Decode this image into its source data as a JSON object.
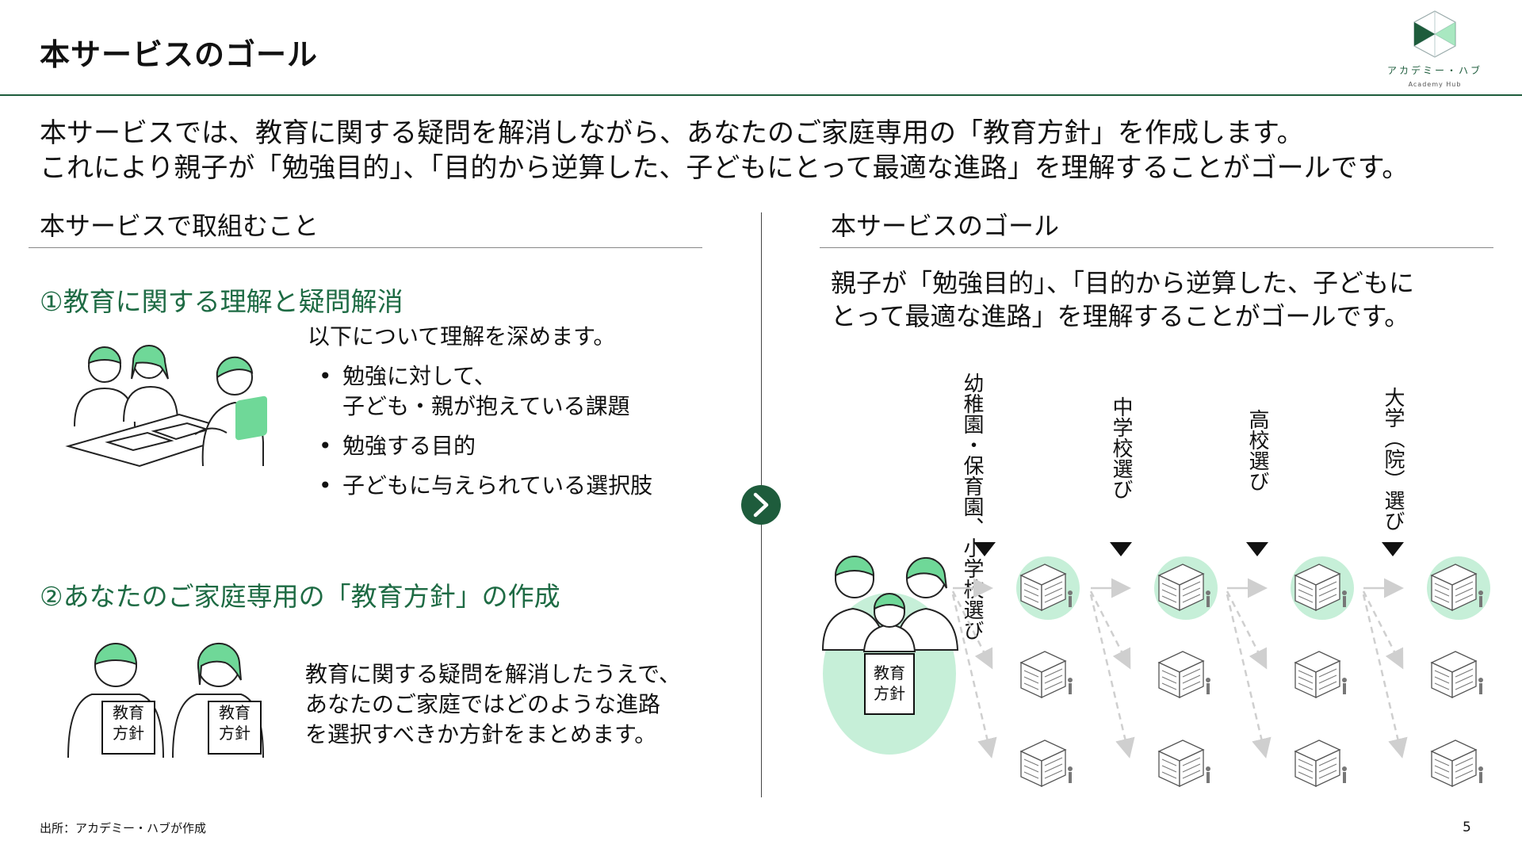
{
  "header": {
    "title": "本サービスのゴール",
    "logo_name": "アカデミー・ハブ",
    "logo_sub": "Academy Hub"
  },
  "summary": {
    "line1": "本サービスでは、教育に関する疑問を解消しながら、あなたのご家庭専用の「教育方針」を作成します。",
    "line2": "これにより親子が「勉強目的」、「目的から逆算した、子どもにとって最適な進路」を理解することがゴールです。"
  },
  "left": {
    "heading": "本サービスで取組むこと",
    "step1": {
      "title": "①教育に関する理解と疑問解消",
      "intro": "以下について理解を深めます。",
      "bullets": [
        {
          "line1": "勉強に対して、",
          "line2": "子ども・親が抱えている課題"
        },
        {
          "line1": "勉強する目的"
        },
        {
          "line1": "子どもに与えられている選択肢"
        }
      ]
    },
    "step2": {
      "title": "②あなたのご家庭専用の「教育方針」の作成",
      "lines": [
        "教育に関する疑問を解消したうえで、",
        "あなたのご家庭ではどのような進路",
        "を選択すべきか方針をまとめます。"
      ],
      "card_line1": "教育",
      "card_line2": "方針"
    }
  },
  "right": {
    "heading": "本サービスのゴール",
    "goal_line1": "親子が「勉強目的」、「目的から逆算した、子どもに",
    "goal_line2": "とって最適な進路」を理解することがゴールです。",
    "stages": [
      {
        "line1": "幼稚園・保育園、",
        "line2": "小学校選び"
      },
      {
        "line1": "中学校選び"
      },
      {
        "line1": "高校選び"
      },
      {
        "line1": "大学（院）選び"
      }
    ],
    "policy_line1": "教育",
    "policy_line2": "方針"
  },
  "footer": {
    "source": "出所：アカデミー・ハブが作成",
    "page": "5"
  },
  "colors": {
    "brand_green": "#1e5c3c",
    "accent_green": "#1e6b44",
    "mint": "#c6efd8",
    "person_green": "#6fd898"
  },
  "icons": [
    "logo-cube-icon",
    "chevron-right-icon",
    "school-building-icon",
    "down-triangle-icon"
  ]
}
